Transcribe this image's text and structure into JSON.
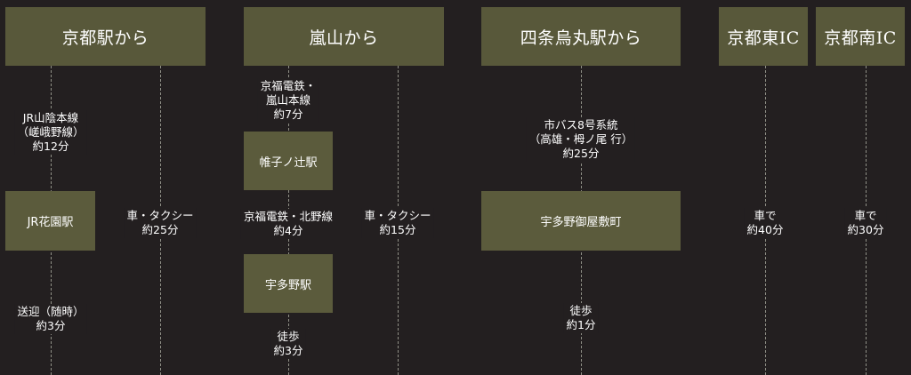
{
  "headers": {
    "kyoto": "京都駅から",
    "arashiyama": "嵐山から",
    "shijo": "四条烏丸駅から",
    "kyoto_higashi": "京都東IC",
    "kyoto_minami": "京都南IC"
  },
  "kyoto_route": {
    "rail_line_1": "JR山陰本線",
    "rail_line_2": "（嵯峨野線）",
    "rail_time": "約12分",
    "station": "JR花園駅",
    "pickup_1": "送迎（随時）",
    "pickup_time": "約3分",
    "taxi_mode": "車・タクシー",
    "taxi_time": "約25分"
  },
  "arashiyama_route": {
    "rail_line_1": "京福電鉄・",
    "rail_line_2": "嵐山本線",
    "rail_time": "約7分",
    "station_1": "帷子ノ辻駅",
    "rail2_line": "京福電鉄・北野線",
    "rail2_time": "約4分",
    "station_2": "宇多野駅",
    "walk_mode": "徒歩",
    "walk_time": "約3分",
    "taxi_mode": "車・タクシー",
    "taxi_time": "約15分"
  },
  "shijo_route": {
    "bus_line_1": "市バス8号系統",
    "bus_line_2": "（高雄・栂ノ尾 行）",
    "bus_time": "約25分",
    "stop": "宇多野御屋敷町",
    "walk_mode": "徒歩",
    "walk_time": "約1分"
  },
  "higashi_route": {
    "mode": "車で",
    "time": "約40分"
  },
  "minami_route": {
    "mode": "車で",
    "time": "約30分"
  }
}
